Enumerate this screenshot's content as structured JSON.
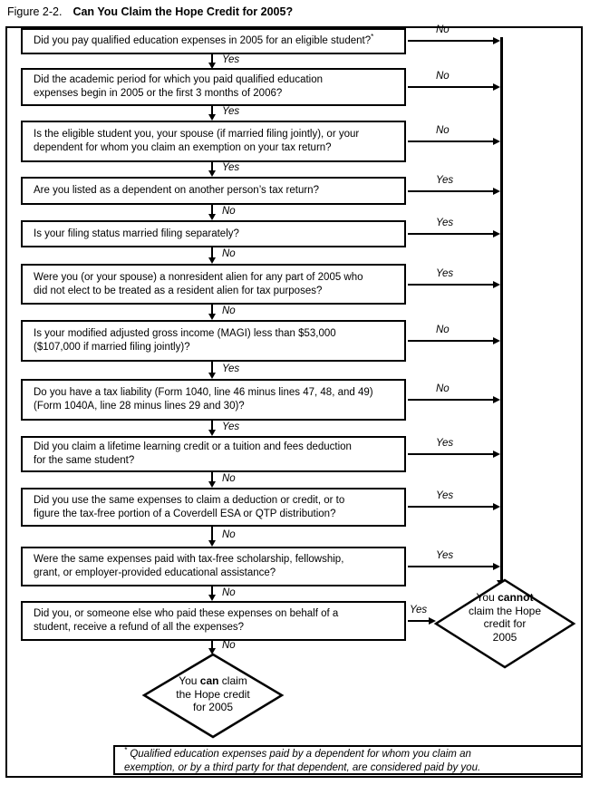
{
  "figure": {
    "label": "Figure 2-2.",
    "title": "Can You Claim the Hope Credit for 2005?"
  },
  "questions": [
    {
      "lines": [
        "Did you pay qualified education expenses in 2005 for an eligible student?"
      ],
      "footnote_marker": "*",
      "down_label": "Yes",
      "right_label": "No"
    },
    {
      "lines": [
        "Did the academic period for which you paid qualified education",
        "expenses begin in 2005 or the first 3 months of 2006?"
      ],
      "down_label": "Yes",
      "right_label": "No"
    },
    {
      "lines": [
        "Is the eligible student you, your spouse (if married filing jointly), or your",
        "dependent for whom you claim an exemption on your tax return?"
      ],
      "down_label": "Yes",
      "right_label": "No"
    },
    {
      "lines": [
        "Are you listed as a dependent on another person’s tax return?"
      ],
      "down_label": "No",
      "right_label": "Yes"
    },
    {
      "lines": [
        "Is your filing status married filing separately?"
      ],
      "down_label": "No",
      "right_label": "Yes"
    },
    {
      "lines": [
        "Were you (or your spouse) a nonresident alien for any part of 2005 who",
        "did not elect to be treated as a resident alien for tax purposes?"
      ],
      "down_label": "No",
      "right_label": "Yes"
    },
    {
      "lines": [
        "Is your modified adjusted gross income (MAGI) less than $53,000",
        "($107,000 if married filing jointly)?"
      ],
      "down_label": "Yes",
      "right_label": "No"
    },
    {
      "lines": [
        "Do you have a tax liability (Form 1040, line 46 minus lines 47, 48, and 49)",
        "(Form 1040A, line 28 minus lines 29 and 30)?"
      ],
      "down_label": "Yes",
      "right_label": "No"
    },
    {
      "lines": [
        "Did you claim a lifetime learning credit or a tuition and fees deduction",
        "for the same student?"
      ],
      "down_label": "No",
      "right_label": "Yes"
    },
    {
      "lines": [
        "Did you use the same expenses to claim a deduction or credit, or to",
        "figure the tax-free portion of a Coverdell ESA or QTP distribution?"
      ],
      "down_label": "No",
      "right_label": "Yes"
    },
    {
      "lines": [
        "Were the same expenses paid with tax-free scholarship, fellowship,",
        "grant, or employer-provided educational assistance?"
      ],
      "down_label": "No",
      "right_label": "Yes"
    },
    {
      "lines": [
        "Did you, or someone else who paid these expenses on behalf of a",
        "student, receive a refund of all the expenses?"
      ],
      "down_label": "No",
      "right_label": "Yes"
    }
  ],
  "outcomes": {
    "cannot": {
      "line1_pre": "You ",
      "line1_bold": "cannot",
      "line1_rest": "",
      "rest_lines": [
        "claim the Hope",
        "credit for",
        "2005"
      ]
    },
    "can": {
      "line1_pre": "You ",
      "line1_bold": "can",
      "line1_rest": " claim",
      "rest_lines": [
        "the Hope credit",
        "for 2005"
      ]
    }
  },
  "footnote": {
    "marker": "*",
    "lines": [
      "Qualified education expenses paid by a dependent for whom you claim an",
      "exemption, or by a third party for that dependent, are considered paid by you."
    ]
  },
  "colors": {
    "line": "#000000",
    "background": "#ffffff"
  }
}
